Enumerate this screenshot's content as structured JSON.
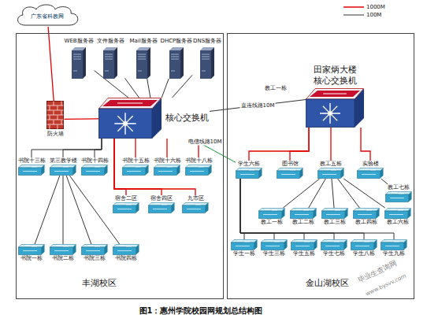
{
  "diagram": {
    "caption": "图1：惠州学院校园网规划总结构图",
    "nodes": [
      {
        "text": [
          "广东省科教网"
        ]
      },
      {
        "text": [
          "丰湖校区"
        ]
      },
      {
        "text": [
          "WEB服务器"
        ],
        "in": 1
      },
      {
        "text": [
          "文件服务器"
        ],
        "in": 1
      },
      {
        "text": [
          "Mail服务器"
        ],
        "in": 1
      },
      {
        "text": [
          "DHCP服务器"
        ],
        "in": 1
      },
      {
        "text": [
          "DNS服务器"
        ],
        "in": 1
      },
      {
        "text": [
          "防火墙"
        ],
        "in": 1
      },
      {
        "text": [
          "核心交换机"
        ],
        "in": 1
      },
      {
        "text": [
          "书院十三栋"
        ],
        "in": 1
      },
      {
        "text": [
          "第三教学楼"
        ],
        "in": 1
      },
      {
        "text": [
          "书院十四栋"
        ],
        "in": 1
      },
      {
        "text": [
          "书院十五栋"
        ],
        "in": 1
      },
      {
        "text": [
          "书院十六栋"
        ],
        "in": 1
      },
      {
        "text": [
          "书院十八栋"
        ],
        "in": 1
      },
      {
        "text": [
          "宿舍二区"
        ],
        "in": 1
      },
      {
        "text": [
          "宿舍四区"
        ],
        "in": 1
      },
      {
        "text": [
          "九市区"
        ],
        "in": 1
      },
      {
        "text": [
          "书院一栋"
        ],
        "in": 1
      },
      {
        "text": [
          "书院二栋"
        ],
        "in": 1
      },
      {
        "text": [
          "书院三栋"
        ],
        "in": 1
      },
      {
        "text": [
          "书院四栋"
        ],
        "in": 1
      },
      {
        "text": [
          "金山湖校区"
        ]
      },
      {
        "text": [
          "田家炳大楼 核心交换机"
        ],
        "in": 22
      },
      {
        "text": [
          "学生六栋"
        ],
        "in": 22
      },
      {
        "text": [
          "图书馆"
        ],
        "in": 22
      },
      {
        "text": [
          "教工五栋"
        ],
        "in": 22
      },
      {
        "text": [
          "实验楼"
        ],
        "in": 22
      },
      {
        "text": [
          "教工七栋"
        ],
        "in": 22
      },
      {
        "text": [
          "教工一栋"
        ],
        "in": 22
      },
      {
        "text": [
          "教工二栋"
        ],
        "in": 22
      },
      {
        "text": [
          "教工三栋"
        ],
        "in": 22
      },
      {
        "text": [
          "教工四栋"
        ],
        "in": 22
      },
      {
        "text": [
          "教工六栋"
        ],
        "in": 22
      },
      {
        "text": [
          "学生一栋"
        ],
        "in": 22
      },
      {
        "text": [
          "学生三栋"
        ],
        "in": 22
      },
      {
        "text": [
          "学生五栋"
        ],
        "in": 22
      },
      {
        "text": [
          "学生七栋"
        ],
        "in": 22
      },
      {
        "text": [
          "学生八栋"
        ],
        "in": 22
      },
      {
        "text": [
          "学生九栋"
        ],
        "in": 22
      }
    ],
    "edges": [
      {
        "from": 0,
        "to": 7,
        "arrow": "none"
      },
      {
        "from": 7,
        "to": 8,
        "arrow": "none"
      },
      {
        "from": 8,
        "to": 2,
        "arrow": "none"
      },
      {
        "from": 8,
        "to": 3,
        "arrow": "none"
      },
      {
        "from": 8,
        "to": 4,
        "arrow": "none"
      },
      {
        "from": 8,
        "to": 5,
        "arrow": "none"
      },
      {
        "from": 8,
        "to": 6,
        "arrow": "none"
      },
      {
        "from": 8,
        "to": 9,
        "arrow": "none"
      },
      {
        "from": 8,
        "to": 10,
        "arrow": "none"
      },
      {
        "from": 8,
        "to": 11,
        "arrow": "none"
      },
      {
        "from": 8,
        "to": 12,
        "arrow": "none"
      },
      {
        "from": 8,
        "to": 13,
        "arrow": "none"
      },
      {
        "from": 8,
        "to": 14,
        "arrow": "none"
      },
      {
        "from": 8,
        "to": 15,
        "arrow": "none"
      },
      {
        "from": 8,
        "to": 16,
        "arrow": "none"
      },
      {
        "from": 8,
        "to": 17,
        "arrow": "none"
      },
      {
        "from": 10,
        "to": 18,
        "arrow": "none"
      },
      {
        "from": 10,
        "to": 19,
        "arrow": "none"
      },
      {
        "from": 10,
        "to": 20,
        "arrow": "none"
      },
      {
        "from": 10,
        "to": 21,
        "arrow": "none"
      },
      {
        "from": 8,
        "to": 23,
        "arrow": "none",
        "label": "直连线路10M"
      },
      {
        "from": 8,
        "to": 24,
        "arrow": "none",
        "label": "电信线路10M"
      },
      {
        "from": 23,
        "to": 24,
        "arrow": "none"
      },
      {
        "from": 23,
        "to": 25,
        "arrow": "none"
      },
      {
        "from": 23,
        "to": 26,
        "arrow": "none"
      },
      {
        "from": 23,
        "to": 27,
        "arrow": "none"
      },
      {
        "from": 26,
        "to": 29,
        "arrow": "none"
      },
      {
        "from": 26,
        "to": 30,
        "arrow": "none"
      },
      {
        "from": 26,
        "to": 31,
        "arrow": "none"
      },
      {
        "from": 26,
        "to": 32,
        "arrow": "none"
      },
      {
        "from": 26,
        "to": 33,
        "arrow": "none"
      },
      {
        "from": 27,
        "to": 28,
        "arrow": "none"
      },
      {
        "from": 24,
        "to": 34,
        "arrow": "none"
      },
      {
        "from": 24,
        "to": 35,
        "arrow": "none"
      },
      {
        "from": 24,
        "to": 36,
        "arrow": "none"
      },
      {
        "from": 24,
        "to": 37,
        "arrow": "none"
      },
      {
        "from": 24,
        "to": 38,
        "arrow": "none"
      },
      {
        "from": 24,
        "to": 39,
        "arrow": "none"
      }
    ],
    "labels": [
      "教工一栋",
      "毕业生查询网",
      "www.bysvv.com"
    ],
    "legend": [
      {
        "text": "1000M"
      },
      {
        "text": "100M"
      }
    ]
  }
}
